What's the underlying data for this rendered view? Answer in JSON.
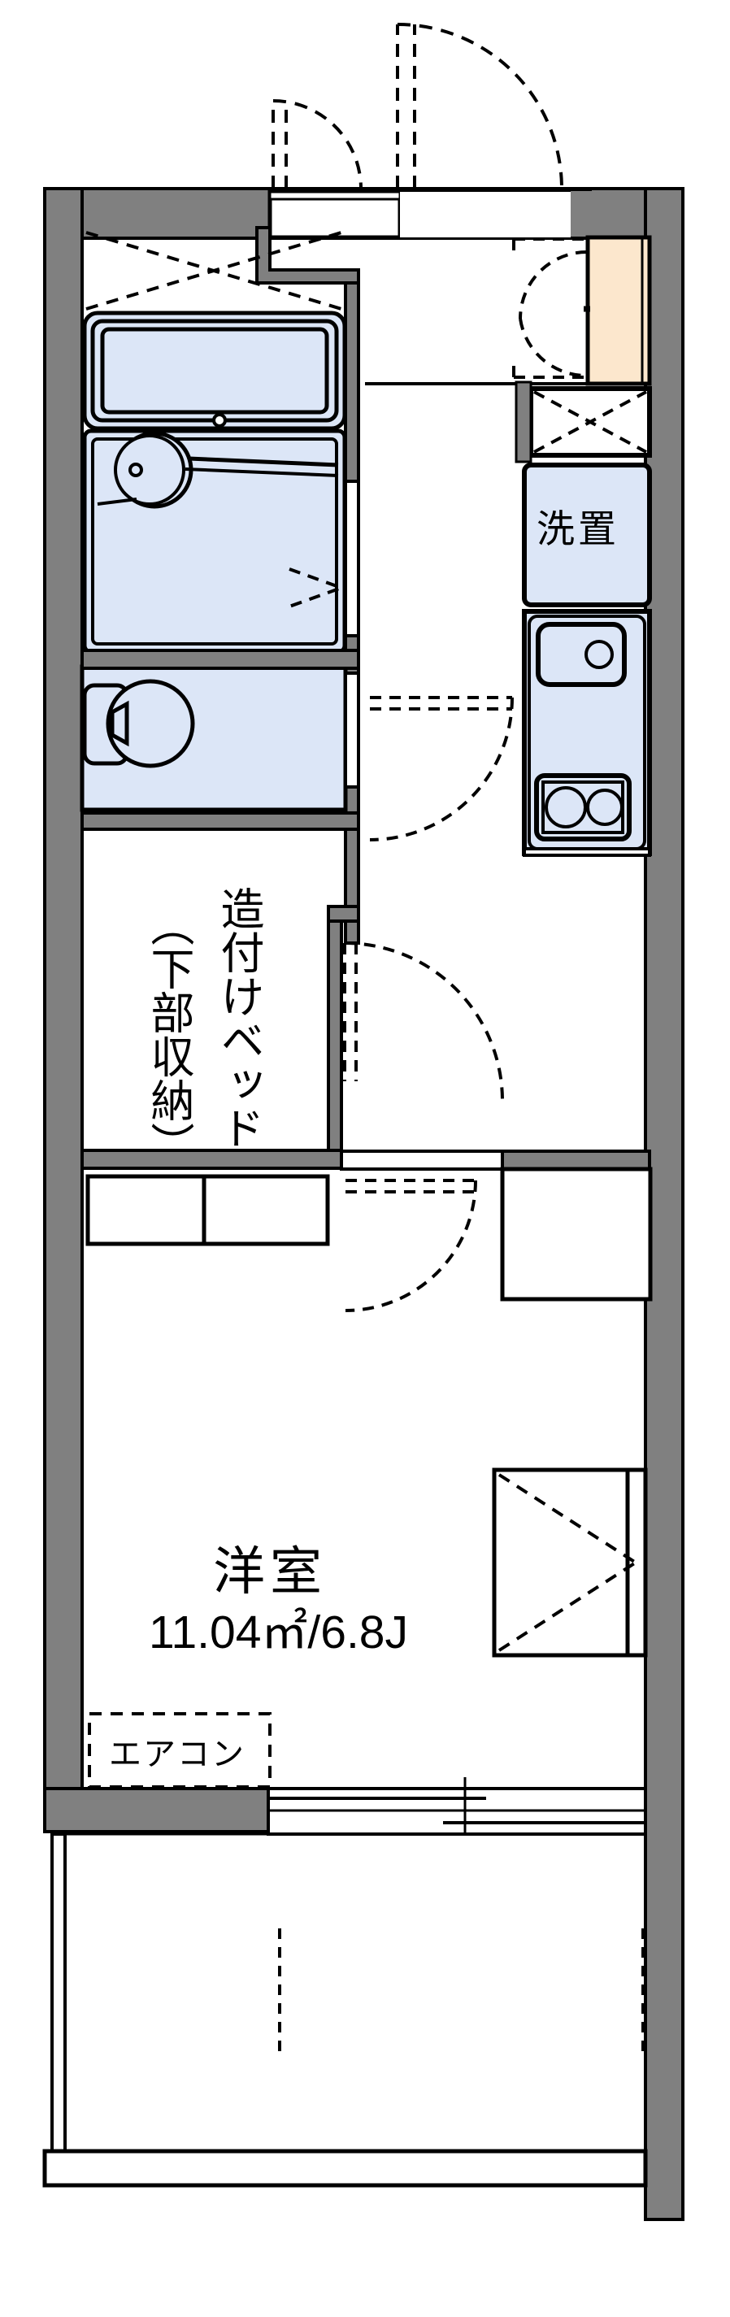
{
  "document": {
    "type": "floor-plan",
    "title": "賃貸アパート間取図",
    "layout_type": "1K",
    "orientation": "portrait",
    "background_color": "#ffffff"
  },
  "colors": {
    "wall_fill": "#808080",
    "wall_stroke": "#000000",
    "fixture_fill": "#dce6f7",
    "fixture_stroke": "#000000",
    "entry_tile_fill": "#fce7cd",
    "line": "#000000",
    "text": "#000000"
  },
  "labels": {
    "main_room_name": "洋室",
    "main_room_area": "11.04㎡/6.8J",
    "washer_place": "洗置",
    "air_conditioner": "エアコン",
    "built_in_bed_line1": "造付けベッド",
    "built_in_bed_line2": "（下部収納）"
  },
  "rooms": [
    {
      "id": "unit-bath",
      "name": "ユニットバス",
      "fixtures": [
        "bathtub",
        "washbasin"
      ]
    },
    {
      "id": "toilet-room",
      "name": "トイレ",
      "fixtures": [
        "toilet",
        "tank"
      ]
    },
    {
      "id": "built-in-bed",
      "name": "造付けベッド（下部収納）",
      "label_line1": "造付けベッド",
      "label_line2": "（下部収納）"
    },
    {
      "id": "kitchen",
      "name": "キッチン",
      "fixtures": [
        "sink",
        "two-burner-stove"
      ]
    },
    {
      "id": "washer-space",
      "name": "洗濯機置場",
      "label": "洗置"
    },
    {
      "id": "entrance",
      "name": "玄関",
      "fixtures": [
        "shoe-box",
        "entry-tile"
      ]
    },
    {
      "id": "western-room",
      "name": "洋室",
      "label": "洋室",
      "area_label": "11.04㎡/6.8J",
      "area_sqm": 11.04,
      "area_jo": 6.8
    },
    {
      "id": "balcony",
      "name": "バルコニー"
    }
  ],
  "features": [
    {
      "id": "entrance-door",
      "name": "玄関ドア",
      "type": "swing-door"
    },
    {
      "id": "bath-door",
      "name": "浴室ドア",
      "type": "swing-door"
    },
    {
      "id": "toilet-door",
      "name": "トイレドア",
      "type": "swing-door"
    },
    {
      "id": "room-door",
      "name": "居室ドア",
      "type": "swing-door"
    },
    {
      "id": "closet-door",
      "name": "収納扉",
      "type": "folding-door"
    },
    {
      "id": "balcony-window",
      "name": "掃出し窓",
      "type": "sliding-window"
    },
    {
      "id": "ac-unit",
      "name": "エアコン",
      "type": "appliance",
      "label": "エアコン"
    }
  ]
}
